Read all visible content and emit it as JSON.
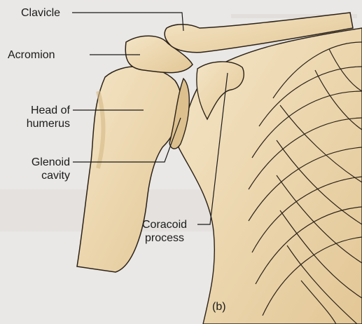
{
  "figure_tag": "(b)",
  "labels": {
    "clavicle": "Clavicle",
    "acromion": "Acromion",
    "head_of_humerus": [
      "Head of",
      "humerus"
    ],
    "glenoid_cavity": [
      "Glenoid",
      "cavity"
    ],
    "coracoid_process": [
      "Coracoid",
      "process"
    ]
  },
  "colors": {
    "background": "#eae8e6",
    "bone": "#efdcb5",
    "bone_shadow": "#d9bf90",
    "outline": "#2b2218",
    "leader_line": "#1b1b1b",
    "text": "#1b1b1b"
  }
}
